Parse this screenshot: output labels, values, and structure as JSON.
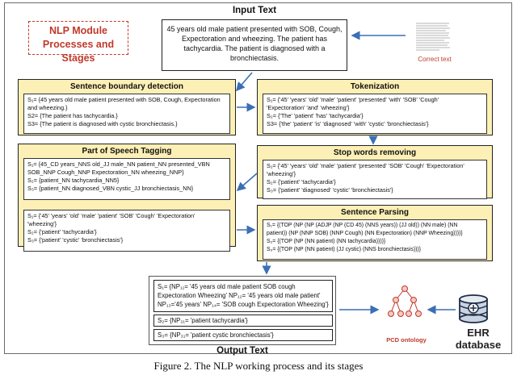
{
  "input_label": "Input Text",
  "module_title": [
    "NLP Module",
    "Processes and Stages"
  ],
  "input_text": [
    "45 years old male patient presented with SOB, Cough,",
    "Expectoration and wheezing. The patient has",
    "tachycardia. The patient is diagnosed with a",
    "bronchiectasis."
  ],
  "correct_text_label": "Correct text",
  "sbd": {
    "title": "Sentence boundary detection",
    "lines": [
      "S₁= {45 years old male patient presented with SOB, Cough, Expectoration",
      "and wheezing.}",
      "S2= {The patient has tachycardia.}",
      "S3= {The patient is diagnosed with cystic bronchiectasis.}"
    ]
  },
  "tokenization": {
    "title": "Tokenization",
    "lines": [
      "S₁= {'45' 'years' 'old' 'male' 'patient' 'presented' 'with' 'SOB' 'Cough'",
      "'Expectoration' 'and' 'wheezing'}",
      "S₂= {'The' 'patient' 'has' 'tachycardia'}",
      "S3= {'the' 'patient' 'is' 'diagnosed' 'with' 'cystic' 'bronchiectasis'}"
    ]
  },
  "pos": {
    "title": "Part of Speech Tagging",
    "lines": [
      "S₁= {45_CD years_NNS old_JJ male_NN patient_NN presented_VBN",
      "SOB_NNP Cough_NNP Expectoration_NN wheezing_NNP}",
      "S₂= {patient_NN tachycardia_NN5}",
      "S₃= {patient_NN diagnosed_VBN cystic_JJ bronchiectasis_NN}"
    ],
    "filtered": [
      "S₁= {'45' 'years' 'old' 'male' 'patient' 'SOB' 'Cough' 'Expectoration'",
      "'wheezing'}",
      "S₂= {'patient' 'tachycardia'}",
      "S₃= {'patient' 'cystic' 'bronchiectasis'}"
    ]
  },
  "stopwords": {
    "title": "Stop words removing",
    "lines": [
      "S₁= {'45' 'years' 'old' 'male' 'patient' 'presented' 'SOB' 'Cough' 'Expectoration'",
      "'wheezing'}",
      "S₂= {'patient' 'tachycardia'}",
      "S₃= {'patient' 'diagnosed' 'cystic' 'bronchiectasis'}"
    ]
  },
  "parsing": {
    "title": "Sentence Parsing",
    "lines": [
      "S₁= {(TOP (NP (NP (ADJP (NP (CD 45) (NNS years)) (JJ old)) (NN male) (NN",
      "patient)) (NP (NNP SOB) (NNP Cough) (NN Expectoration) (NNP Wheezing))))}",
      "S₂= {(TOP (NP (NN patient) (NN tachycardia))))}",
      "S₃= {(TOP (NP (NN patient) (JJ cystic) (NNS bronchiectasis)))}"
    ]
  },
  "output": {
    "s1": [
      "S₁= {NP₁₁= '45 years old male patient SOB cough",
      "Expectoration Wheezing' NP₁₂= '45 years old male patient'",
      "NP₁₃='45 years' NP₁₄= 'SOB cough Expectoration Wheezing'}"
    ],
    "s2": "S₂= {NP₂₁= 'patient tachycardia'}",
    "s3": "S₃= {NP₃₁= 'patient cystic bronchiectasis'}"
  },
  "pcd_label": "PCD ontology",
  "ehr_label": "EHR database",
  "output_label": "Output Text",
  "caption": "Figure 2.  The NLP working process and its stages",
  "colors": {
    "stage_fill": "#fdf0b6",
    "arrow": "#3b6fb6",
    "accent_red": "#c0392b"
  }
}
